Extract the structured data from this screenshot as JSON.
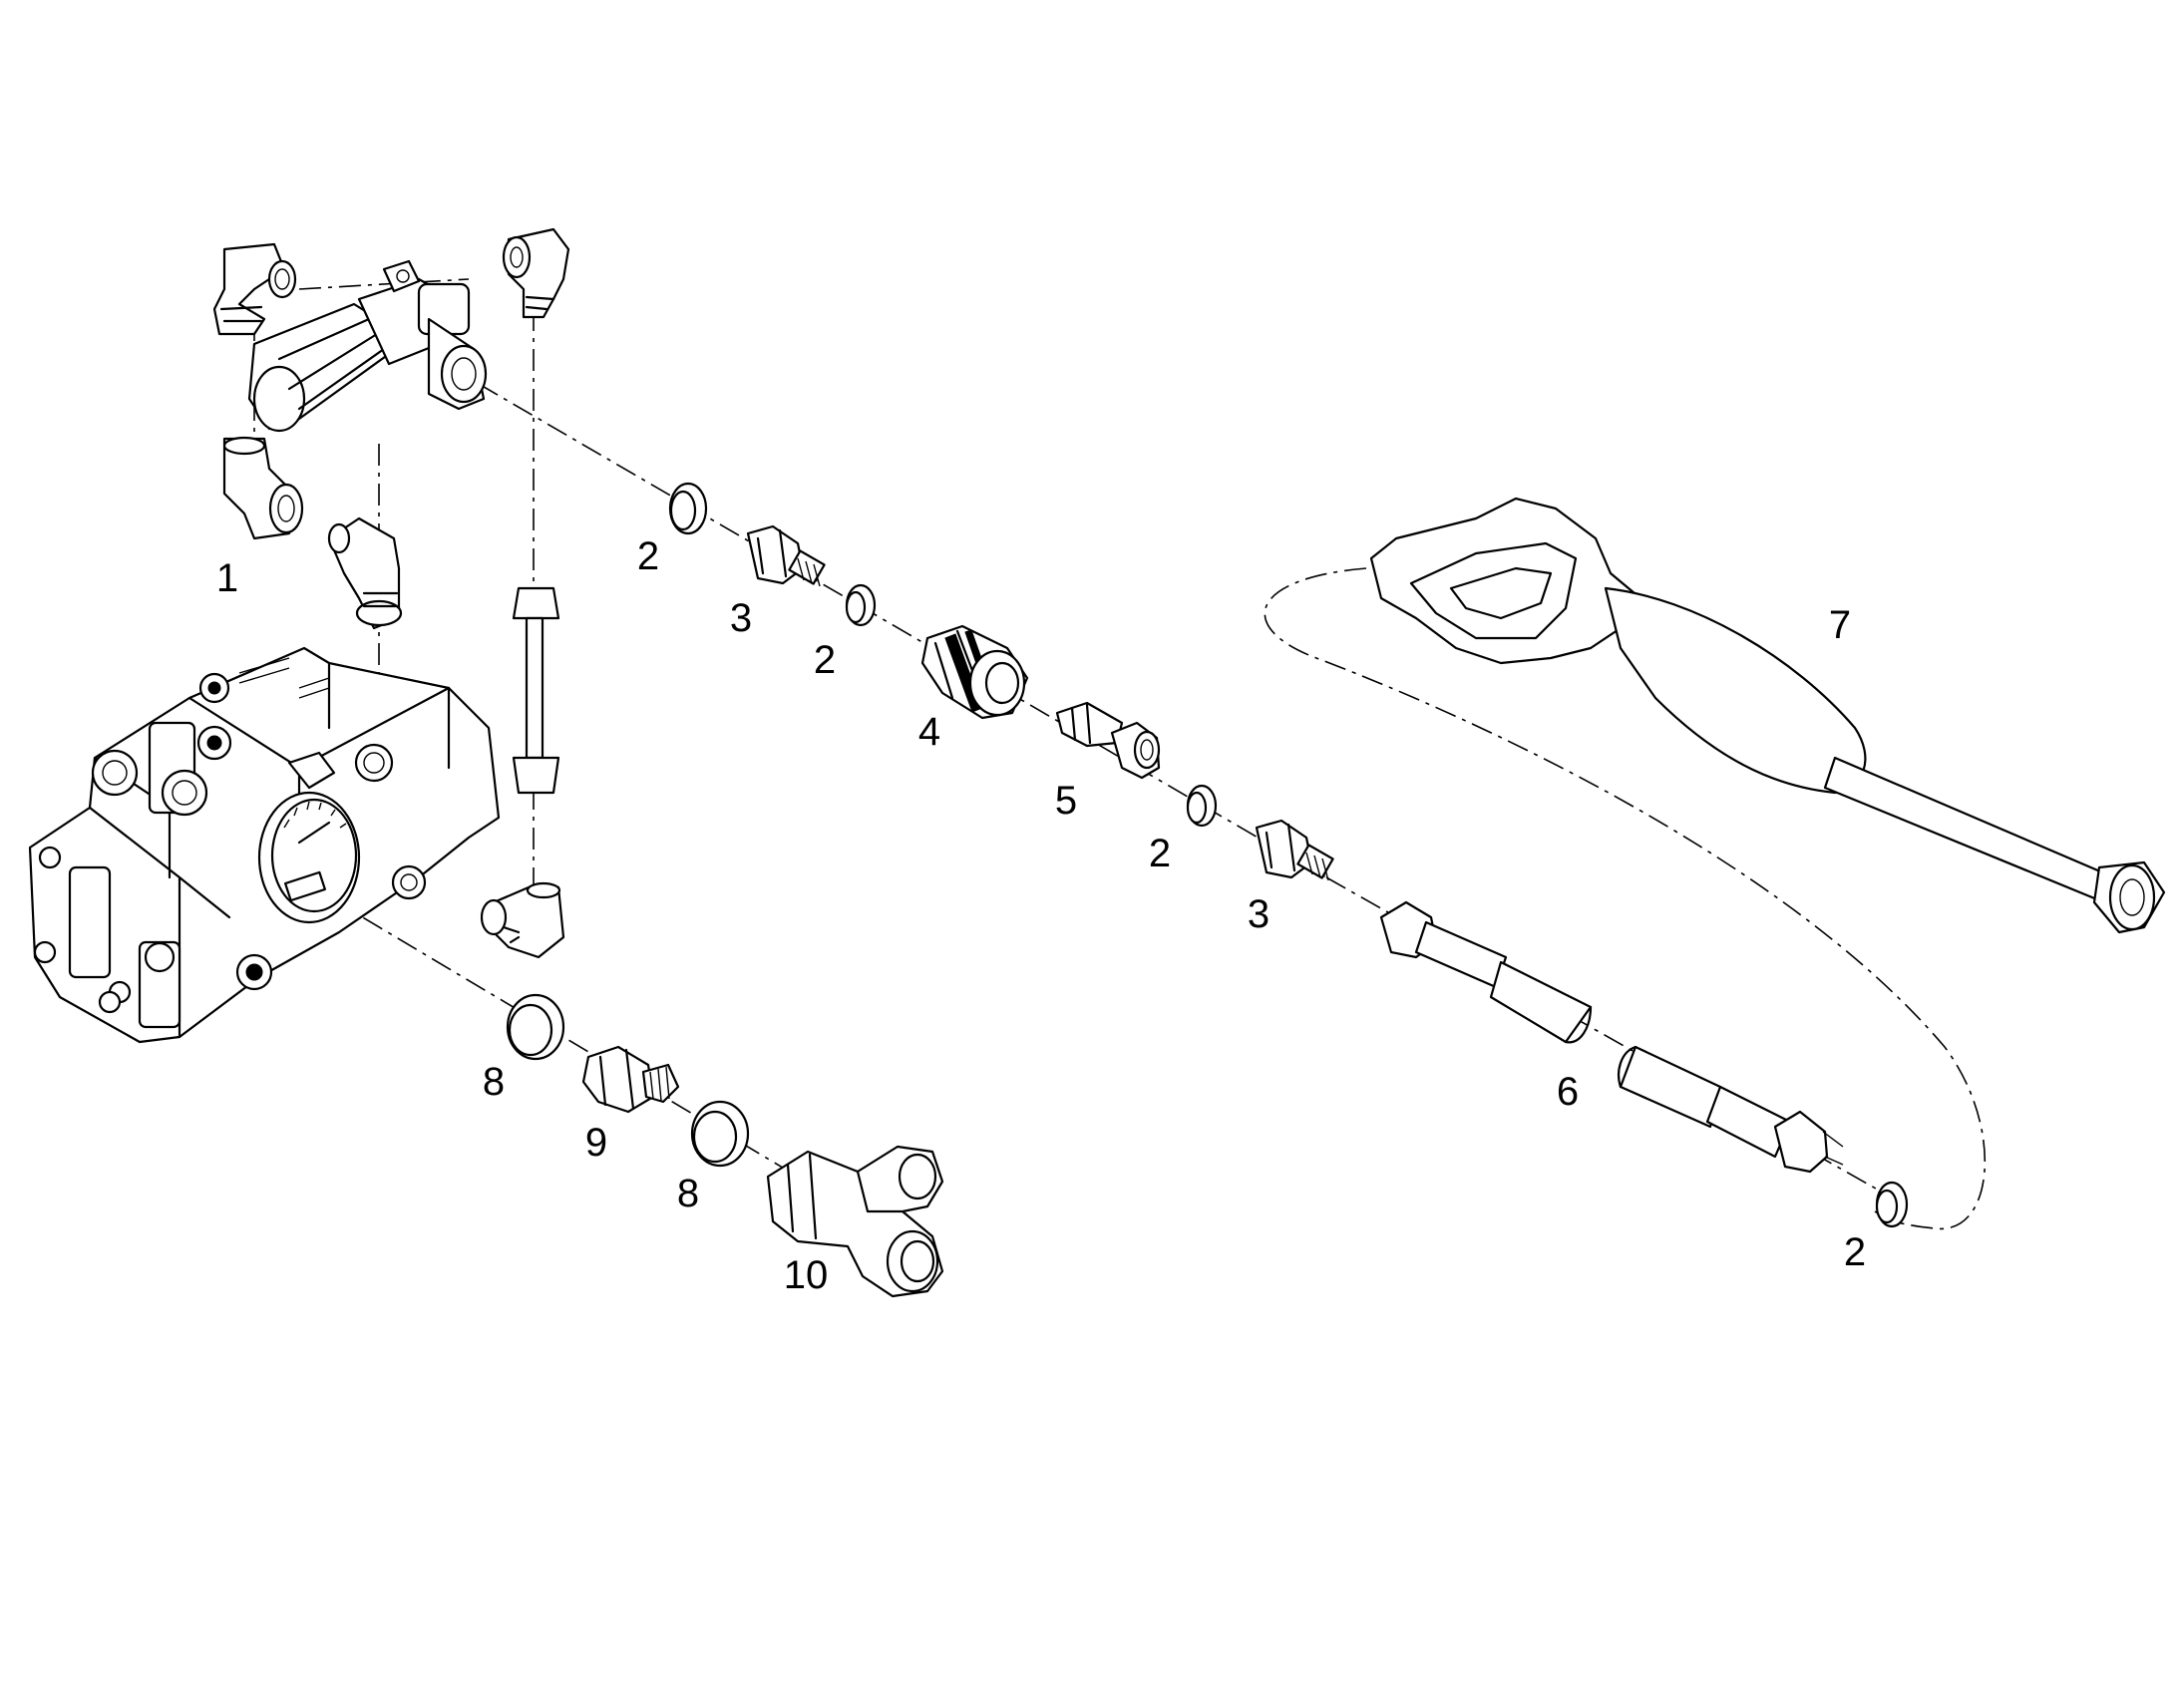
{
  "callouts": [
    {
      "id": "c1",
      "text": "1"
    },
    {
      "id": "c2a",
      "text": "2"
    },
    {
      "id": "c3a",
      "text": "3"
    },
    {
      "id": "c2b",
      "text": "2"
    },
    {
      "id": "c4",
      "text": "4"
    },
    {
      "id": "c5",
      "text": "5"
    },
    {
      "id": "c2c",
      "text": "2"
    },
    {
      "id": "c3b",
      "text": "3"
    },
    {
      "id": "c6",
      "text": "6"
    },
    {
      "id": "c7",
      "text": "7"
    },
    {
      "id": "c2d",
      "text": "2"
    },
    {
      "id": "c8a",
      "text": "8"
    },
    {
      "id": "c9",
      "text": "9"
    },
    {
      "id": "c8b",
      "text": "8"
    },
    {
      "id": "c10",
      "text": "10"
    }
  ]
}
